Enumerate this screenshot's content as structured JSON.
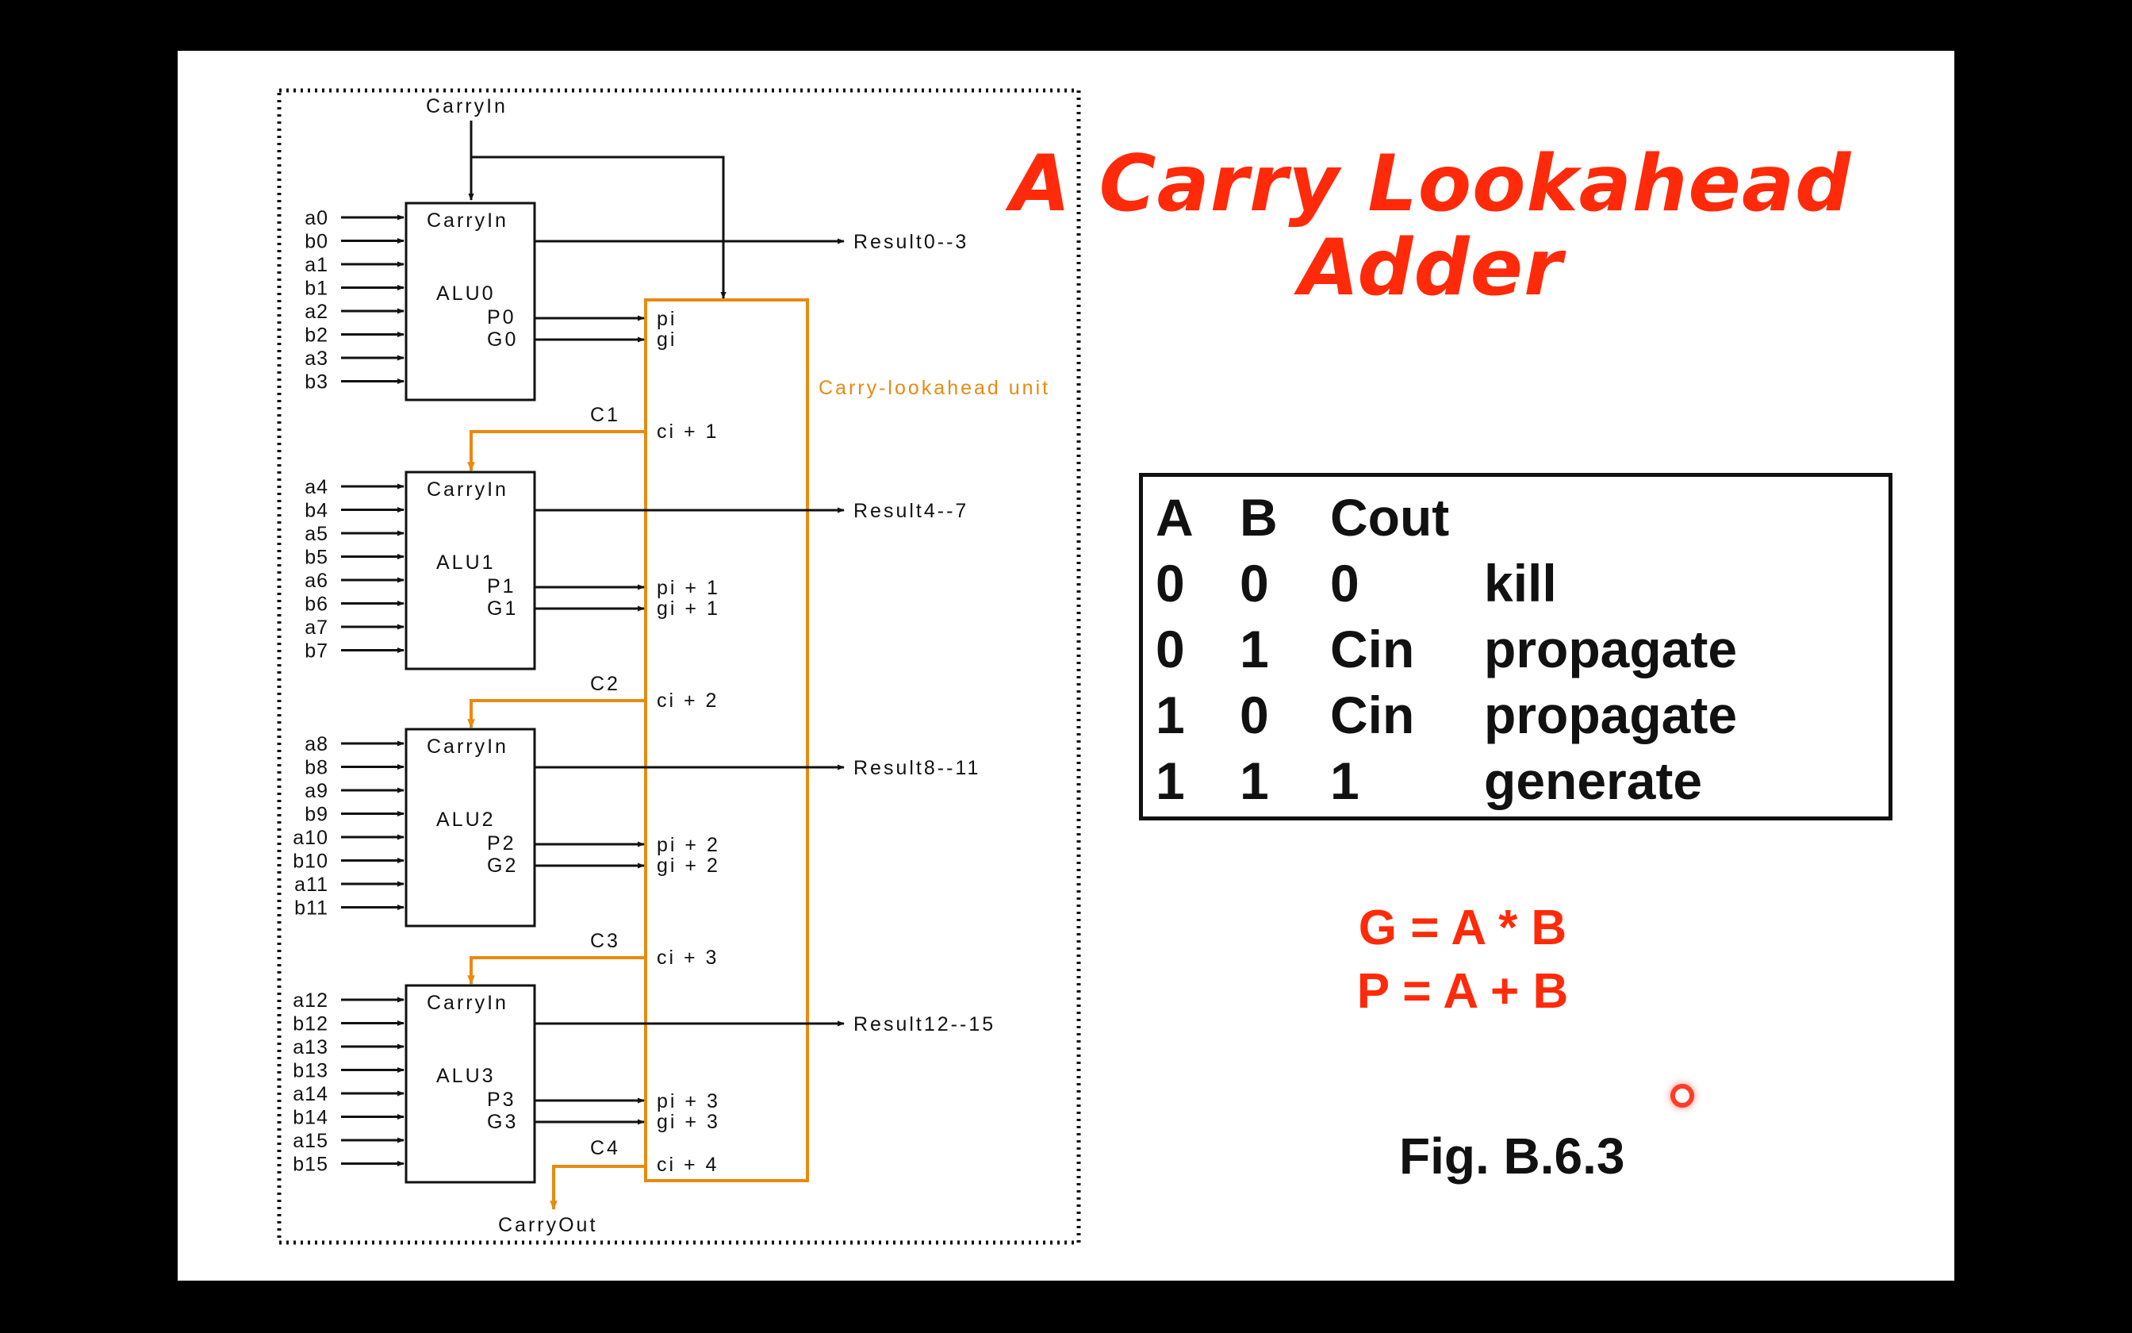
{
  "title": {
    "line1": "A Carry Lookahead",
    "line2": "Adder"
  },
  "diagram": {
    "carry_in": "CarryIn",
    "carry_out": "CarryOut",
    "unit_label": "Carry-lookahead unit",
    "alus": [
      {
        "name": "ALU0",
        "carry_in": "CarryIn",
        "p": "P0",
        "g": "G0",
        "inputs": [
          "a0",
          "b0",
          "a1",
          "b1",
          "a2",
          "b2",
          "a3",
          "b3"
        ],
        "result": "Result0--3",
        "pin_p": "pi",
        "pin_g": "gi",
        "carry_label": "C1",
        "carry_pin": "ci + 1"
      },
      {
        "name": "ALU1",
        "carry_in": "CarryIn",
        "p": "P1",
        "g": "G1",
        "inputs": [
          "a4",
          "b4",
          "a5",
          "b5",
          "a6",
          "b6",
          "a7",
          "b7"
        ],
        "result": "Result4--7",
        "pin_p": "pi + 1",
        "pin_g": "gi + 1",
        "carry_label": "C2",
        "carry_pin": "ci + 2"
      },
      {
        "name": "ALU2",
        "carry_in": "CarryIn",
        "p": "P2",
        "g": "G2",
        "inputs": [
          "a8",
          "b8",
          "a9",
          "b9",
          "a10",
          "b10",
          "a11",
          "b11"
        ],
        "result": "Result8--11",
        "pin_p": "pi + 2",
        "pin_g": "gi + 2",
        "carry_label": "C3",
        "carry_pin": "ci + 3"
      },
      {
        "name": "ALU3",
        "carry_in": "CarryIn",
        "p": "P3",
        "g": "G3",
        "inputs": [
          "a12",
          "b12",
          "a13",
          "b13",
          "a14",
          "b14",
          "a15",
          "b15"
        ],
        "result": "Result12--15",
        "pin_p": "pi + 3",
        "pin_g": "gi + 3",
        "carry_label": "C4",
        "carry_pin": "ci + 4"
      }
    ]
  },
  "truth_table": {
    "header": [
      "A",
      "B",
      "Cout",
      ""
    ],
    "rows": [
      [
        "0",
        "0",
        "0",
        "kill"
      ],
      [
        "0",
        "1",
        "Cin",
        "propagate"
      ],
      [
        "1",
        "0",
        "Cin",
        "propagate"
      ],
      [
        "1",
        "1",
        "1",
        "generate"
      ]
    ]
  },
  "equations": {
    "g": "G = A * B",
    "p": "P = A + B"
  },
  "figure_label": "Fig. B.6.3",
  "colors": {
    "title": "#ff2a0a",
    "carry_lines": "#e88a10",
    "background": "#000000",
    "slide": "#ffffff"
  }
}
